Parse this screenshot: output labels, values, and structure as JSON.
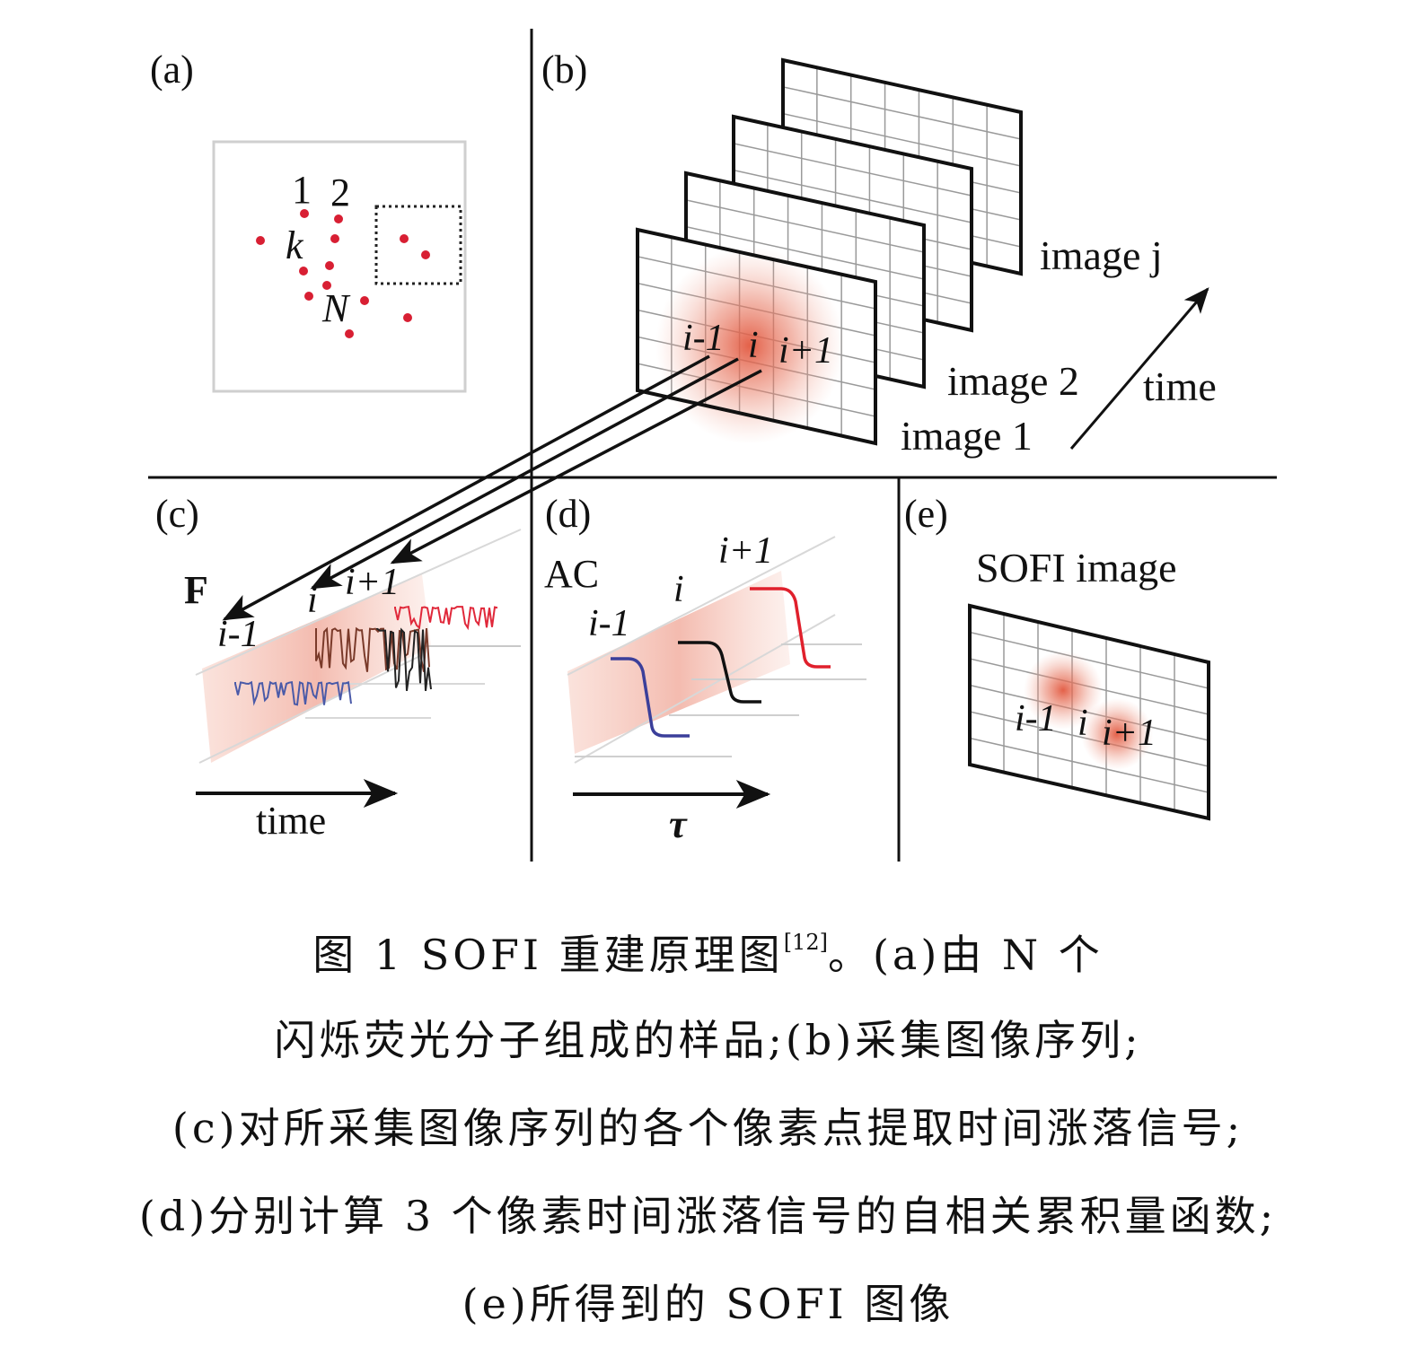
{
  "figure": {
    "panels": {
      "a": {
        "tag": "(a)",
        "labels": {
          "one": "1",
          "two": "2",
          "k": "k",
          "N": "N"
        },
        "molecule_color": "#d81f33"
      },
      "b": {
        "tag": "(b)",
        "pixels": {
          "left": "i-1",
          "center": "i",
          "right": "i+1"
        },
        "stack_labels": {
          "first": "image 1",
          "second": "image 2",
          "last": "image j"
        },
        "axis_label": "time"
      },
      "c": {
        "tag": "(c)",
        "y_label": "F",
        "traces": [
          "i-1",
          "i",
          "i+1"
        ],
        "x_label": "time",
        "trace_colors": [
          "#4a5aa8",
          "#222222",
          "#e0283a"
        ]
      },
      "d": {
        "tag": "(d)",
        "y_label": "AC",
        "curves": [
          "i-1",
          "i",
          "i+1"
        ],
        "x_label": "τ",
        "curve_colors": [
          "#3b3f9a",
          "#111111",
          "#e0202c"
        ]
      },
      "e": {
        "tag": "(e)",
        "title": "SOFI image",
        "pixels": {
          "left": "i-1",
          "center": "i",
          "right": "i+1"
        }
      }
    },
    "glow_color": "#e2583f"
  },
  "caption": {
    "line1_prefix": "图 1  SOFI 重建原理图",
    "line1_ref": "[12]",
    "line1_suffix": "。(a)由 N 个",
    "line2": "闪烁荧光分子组成的样品;(b)采集图像序列;",
    "line3": "(c)对所采集图像序列的各个像素点提取时间涨落信号;",
    "line4": "(d)分别计算 3 个像素时间涨落信号的自相关累积量函数;",
    "line5": "(e)所得到的 SOFI 图像"
  }
}
